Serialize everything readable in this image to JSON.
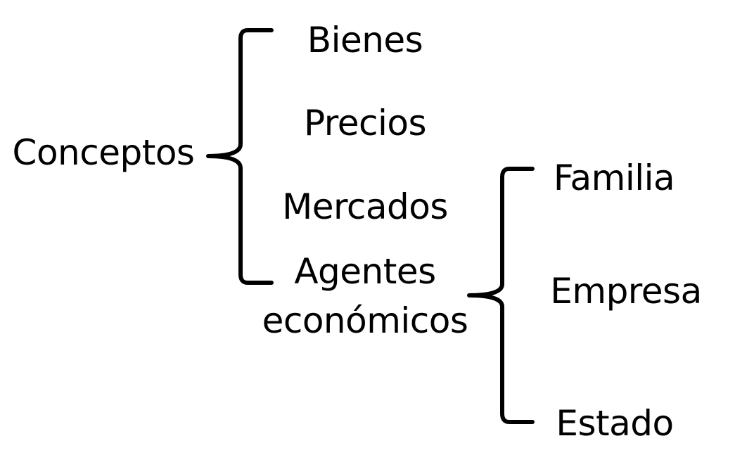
{
  "diagram": {
    "root": "Conceptos",
    "concepts": [
      "Bienes",
      "Precios",
      "Mercados",
      "Agentes",
      "económicos"
    ],
    "agents": [
      "Familia",
      "Empresa",
      "Estado"
    ]
  }
}
